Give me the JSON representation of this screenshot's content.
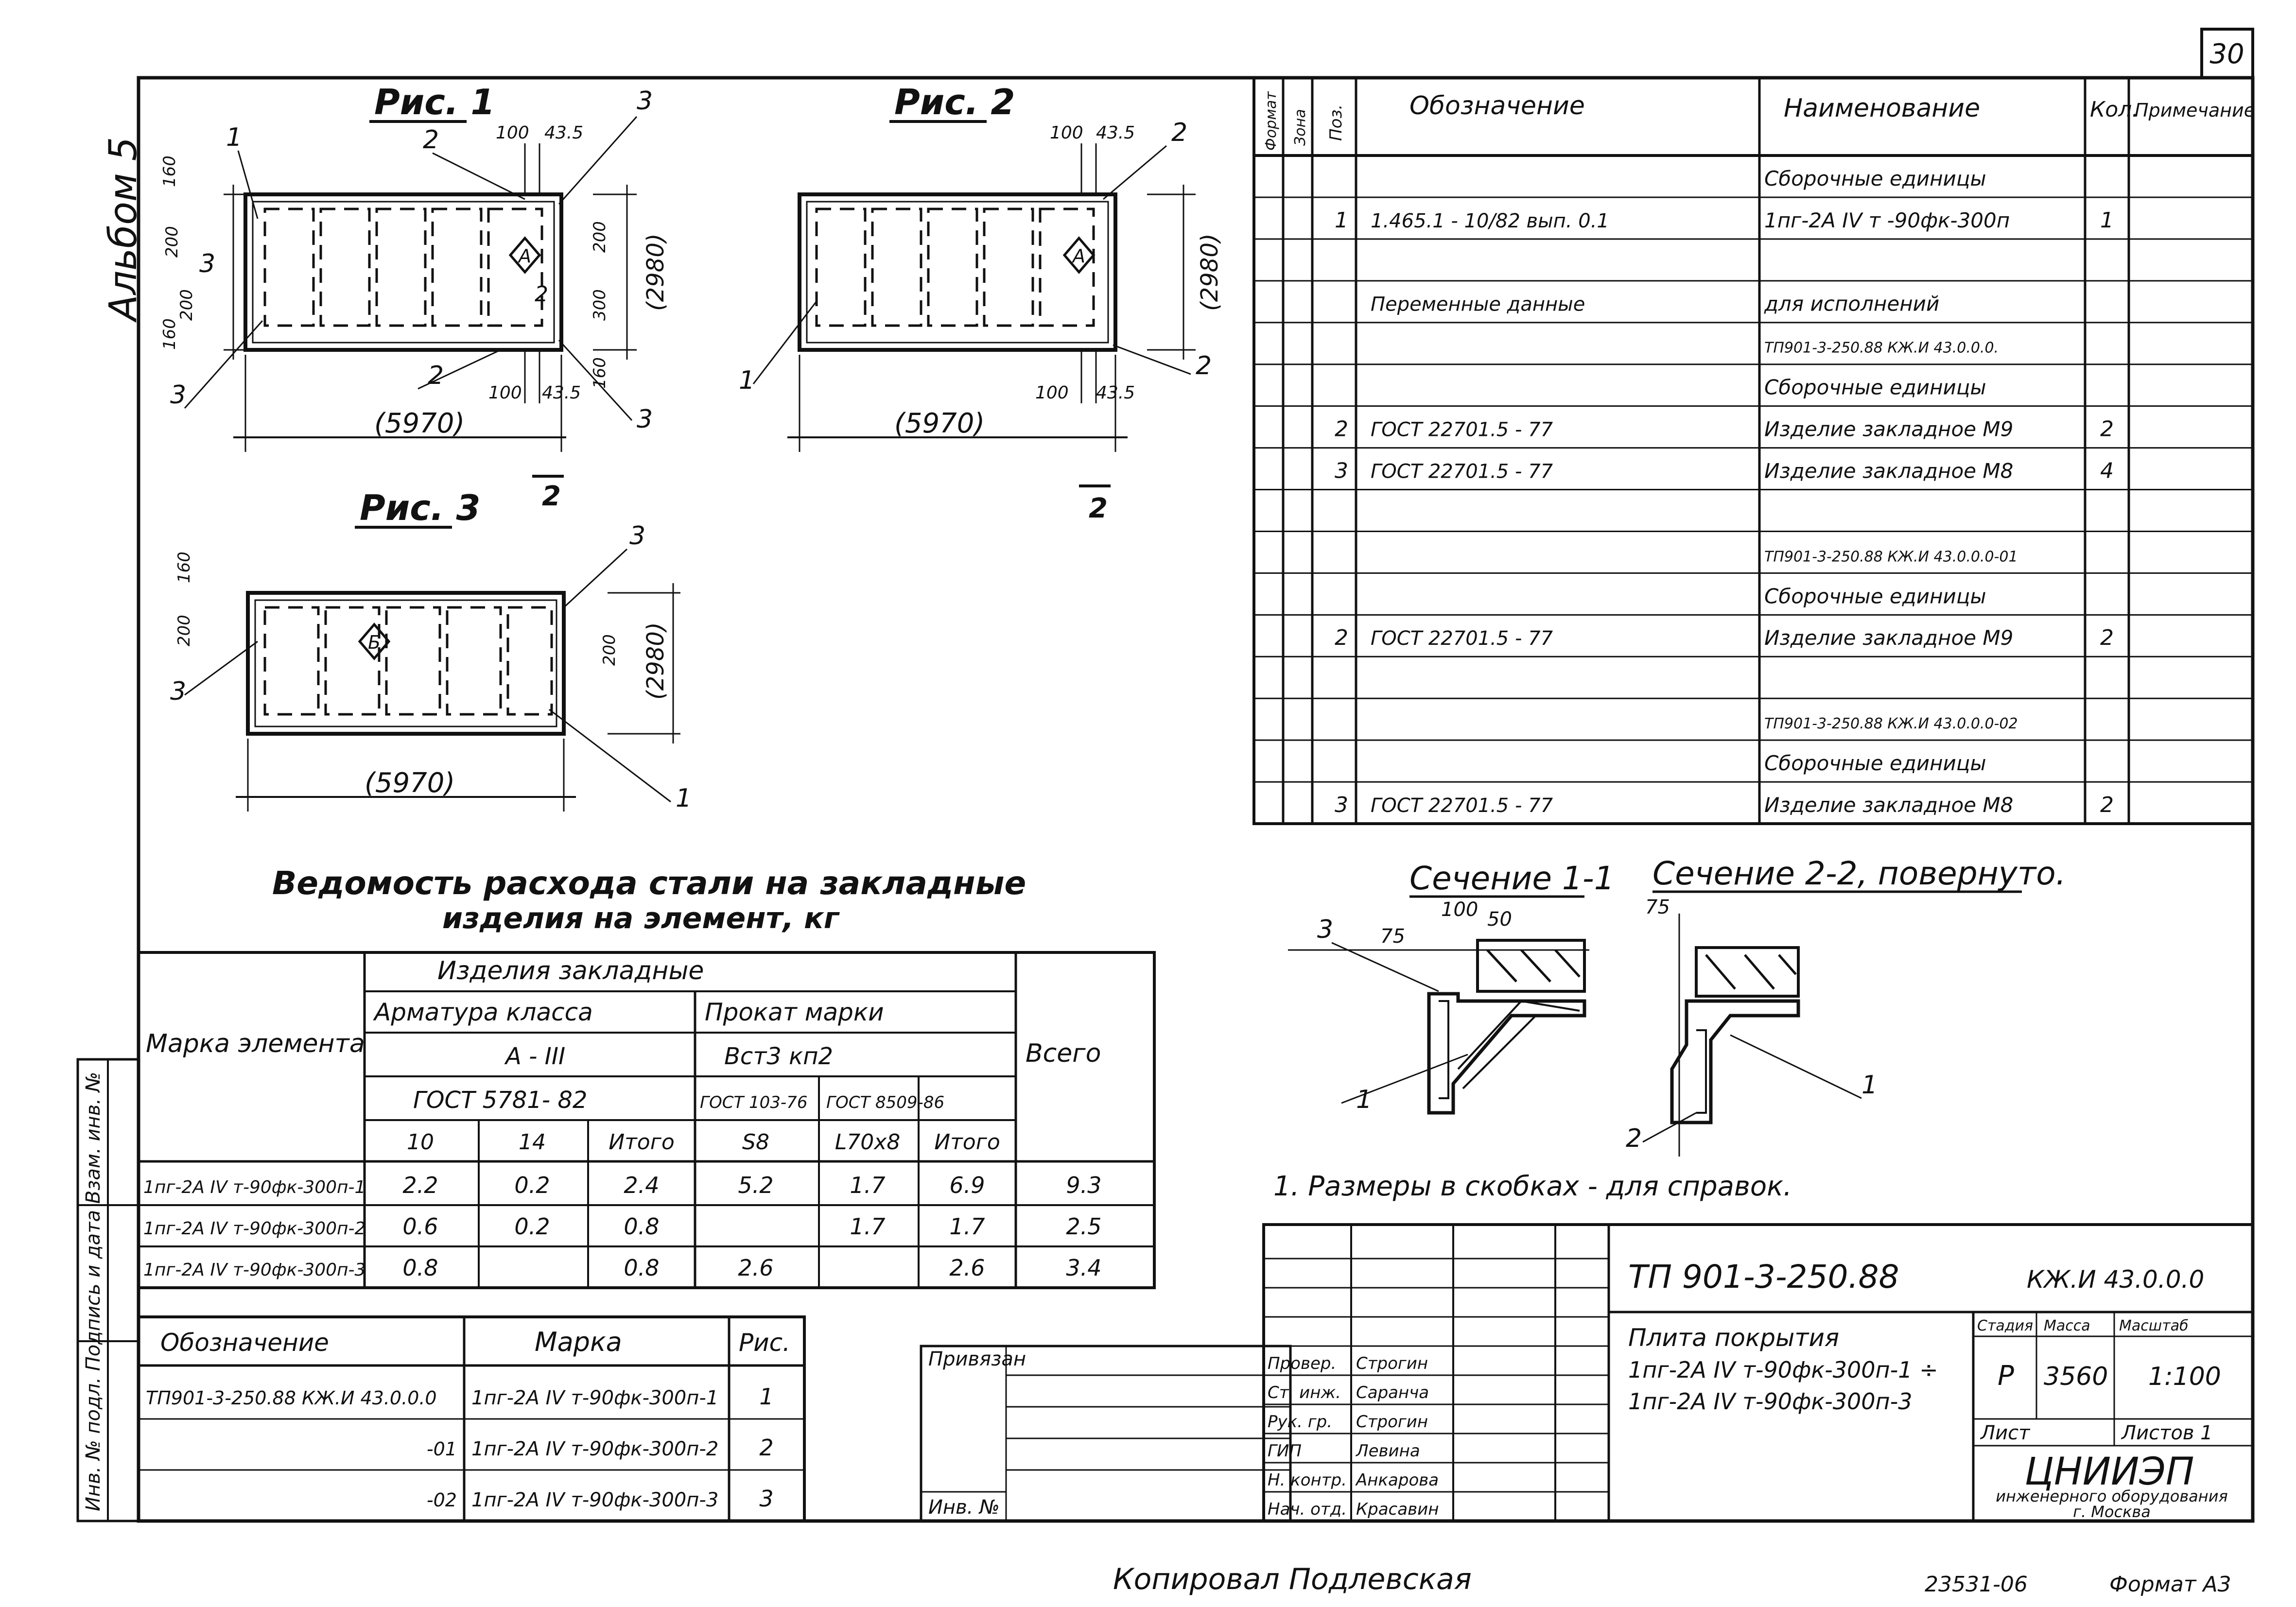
{
  "sheet": {
    "page_number": "30",
    "album_label": "Альбом 5",
    "copied_by": "Копировал   Подлевская",
    "footer_code": "23531-06",
    "format": "Формат А3",
    "inv_stamp": "Инв. № подл.   Подпись и дата   Взам. инв. №"
  },
  "figures": {
    "fig1": {
      "title": "Рис. 1",
      "dims": [
        "100",
        "43.5",
        "160",
        "200",
        "200",
        "160",
        "(2980)",
        "(5970)",
        "200",
        "300",
        "160",
        "100",
        "43.5"
      ],
      "callouts": [
        "1",
        "2",
        "3",
        "3",
        "3",
        "2",
        "3",
        "2"
      ],
      "mark": "А"
    },
    "fig2": {
      "title": "Рис. 2",
      "dims": [
        "100",
        "43.5",
        "(2980)",
        "(5970)",
        "100",
        "43.5"
      ],
      "callouts": [
        "2",
        "2",
        "1"
      ],
      "mark": "А",
      "section_mark": "2"
    },
    "fig3": {
      "title": "Рис. 3",
      "dims": [
        "160",
        "200",
        "200",
        "(2980)",
        "(5970)"
      ],
      "callouts": [
        "3",
        "3",
        "1"
      ],
      "mark": "Б"
    },
    "section_1": {
      "title": "Сечение 1-1",
      "dims": [
        "75",
        "100",
        "50"
      ],
      "callouts": [
        "3",
        "1"
      ]
    },
    "section_2": {
      "title": "Сечение 2-2, повернуто.",
      "dims": [
        "75"
      ],
      "callouts": [
        "1",
        "2"
      ]
    },
    "sec_mark_1": "2",
    "sec_mark_2": "2"
  },
  "spec_table": {
    "headers": [
      "Формат",
      "Зона",
      "Поз.",
      "Обозначение",
      "Наименование",
      "Кол.",
      "Примечание"
    ],
    "rows": [
      {
        "pos": "",
        "designation": "",
        "name": "Сборочные единицы",
        "qty": ""
      },
      {
        "pos": "1",
        "designation": "1.465.1 - 10/82   вып. 0.1",
        "name": "1пг-2А IV т -90фк-300п",
        "qty": "1"
      },
      {
        "pos": "",
        "designation": "",
        "name": "",
        "qty": ""
      },
      {
        "pos": "",
        "designation": "Переменные данные",
        "name": "для исполнений",
        "qty": ""
      },
      {
        "pos": "",
        "designation": "",
        "name": "ТП901-3-250.88 КЖ.И 43.0.0.0.",
        "qty": ""
      },
      {
        "pos": "",
        "designation": "",
        "name": "Сборочные единицы",
        "qty": ""
      },
      {
        "pos": "2",
        "designation": "ГОСТ 22701.5 - 77",
        "name": "Изделие закладное М9",
        "qty": "2"
      },
      {
        "pos": "3",
        "designation": "ГОСТ 22701.5 - 77",
        "name": "Изделие закладное М8",
        "qty": "4"
      },
      {
        "pos": "",
        "designation": "",
        "name": "",
        "qty": ""
      },
      {
        "pos": "",
        "designation": "",
        "name": "ТП901-3-250.88 КЖ.И 43.0.0.0-01",
        "qty": ""
      },
      {
        "pos": "",
        "designation": "",
        "name": "Сборочные единицы",
        "qty": ""
      },
      {
        "pos": "2",
        "designation": "ГОСТ 22701.5 - 77",
        "name": "Изделие закладное М9",
        "qty": "2"
      },
      {
        "pos": "",
        "designation": "",
        "name": "",
        "qty": ""
      },
      {
        "pos": "",
        "designation": "",
        "name": "ТП901-3-250.88 КЖ.И 43.0.0.0-02",
        "qty": ""
      },
      {
        "pos": "",
        "designation": "",
        "name": "Сборочные единицы",
        "qty": ""
      },
      {
        "pos": "3",
        "designation": "ГОСТ 22701.5 - 77",
        "name": "Изделие закладное М8",
        "qty": "2"
      }
    ]
  },
  "steel_table": {
    "title_line1": "Ведомость  расхода   стали  на закладные",
    "title_line2": "изделия   на  элемент,  кг",
    "h_mark": "Марка элемента",
    "h_items": "Изделия   закладные",
    "h_rebar": "Арматура   класса",
    "h_rolled": "Прокат   марки",
    "h_total": "Всего",
    "h_class": "А - III",
    "h_gost1": "ГОСТ 5781- 82",
    "h_vst": "Вст3   кп2",
    "h_gost2": "ГОСТ 103-76",
    "h_gost3": "ГОСТ 8509-86",
    "sub": [
      "10",
      "14",
      "Итого",
      "S8",
      "L70x8",
      "Итого"
    ],
    "rows": [
      {
        "mark": "1пг-2А IV т-90фк-300п-1",
        "v": [
          "2.2",
          "0.2",
          "2.4",
          "5.2",
          "1.7",
          "6.9",
          "9.3"
        ]
      },
      {
        "mark": "1пг-2А IV т-90фк-300п-2",
        "v": [
          "0.6",
          "0.2",
          "0.8",
          "",
          "1.7",
          "1.7",
          "2.5"
        ]
      },
      {
        "mark": "1пг-2А IV т-90фк-300п-3",
        "v": [
          "0.8",
          "",
          "0.8",
          "2.6",
          "",
          "2.6",
          "3.4"
        ]
      }
    ]
  },
  "marks_table": {
    "headers": [
      "Обозначение",
      "Марка",
      "Рис."
    ],
    "rows": [
      {
        "des": "ТП901-3-250.88 КЖ.И 43.0.0.0",
        "mark": "1пг-2А IV т-90фк-300п-1",
        "fig": "1"
      },
      {
        "des": "-01",
        "mark": "1пг-2А IV т-90фк-300п-2",
        "fig": "2"
      },
      {
        "des": "-02",
        "mark": "1пг-2А IV т-90фк-300п-3",
        "fig": "3"
      }
    ]
  },
  "note": "1. Размеры в скобках - для справок.",
  "title_block": {
    "project_code": "ТП 901-3-250.88",
    "doc_code": "КЖ.И 43.0.0.0",
    "name_line1": "Плита покрытия",
    "name_line2": "1пг-2А IV т-90фк-300п-1 ÷",
    "name_line3": "1пг-2А IV т-90фк-300п-3",
    "h_stage": "Стадия",
    "h_mass": "Масса",
    "h_scale": "Масштаб",
    "stage": "Р",
    "mass": "3560",
    "scale": "1:100",
    "sheet": "Лист",
    "sheets": "Листов  1",
    "org1": "ЦНИИЭП",
    "org2": "инженерного оборудования",
    "org3": "г. Москва",
    "attached": "Привязан",
    "inv": "Инв. №",
    "roles": [
      {
        "role": "Провер.",
        "name": "Строгин"
      },
      {
        "role": "Ст. инж.",
        "name": "Саранча"
      },
      {
        "role": "Рук. гр.",
        "name": "Строгин"
      },
      {
        "role": "ГИП",
        "name": "Левина"
      },
      {
        "role": "Н. контр.",
        "name": "Анкарова"
      },
      {
        "role": "Нач. отд.",
        "name": "Красавин"
      }
    ]
  }
}
